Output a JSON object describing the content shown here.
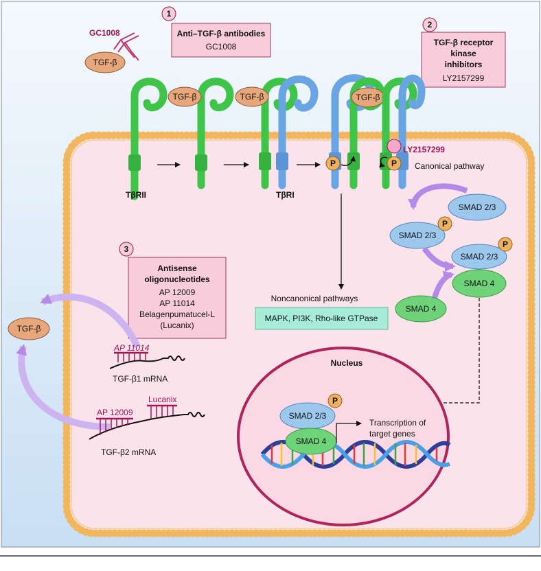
{
  "colors": {
    "background_top": "#f5f9fd",
    "background_bottom": "#c8dff4",
    "cell": "#fbe3ec",
    "membrane": "#f2b75e",
    "nucleus_fill": "#fad9e5",
    "nucleus_border": "#b0245c",
    "tgfb": "#e8a77a",
    "receptor_green": "#3fc44a",
    "receptor_blue": "#6aa5e3",
    "smad_blue": "#9dc8ee",
    "smad_green": "#6fd37a",
    "phospho": "#f0b15e",
    "callout_box": "#f8ccdb",
    "noncanonical_box": "#a6ecd6",
    "arrow_purple": "#b48ae6",
    "drug_label": "#a31455",
    "inhibitor_circle": "#f5a8c8"
  },
  "ligand": "TGF-β",
  "phospho_label": "P",
  "callouts": {
    "one": {
      "number": "1",
      "title": "Anti–TGF-β antibodies",
      "drug": "GC1008"
    },
    "two": {
      "number": "2",
      "title_lines": [
        "TGF-β receptor",
        "kinase",
        "inhibitors"
      ],
      "drug": "LY2157299"
    },
    "three": {
      "number": "3",
      "title_lines": [
        "Antisense",
        "oligonucleotides"
      ],
      "items": [
        "AP 12009",
        "AP 11014",
        "Belagenpumatucel-L",
        "(Lucanix)"
      ]
    }
  },
  "antibody_label": "GC1008",
  "receptors": {
    "type2": "TβRII",
    "type1": "TβRI"
  },
  "inhibitor_label": "LY2157299",
  "canonical": "Canonical pathway",
  "noncanonical": {
    "title": "Noncanonical pathways",
    "box": "MAPK, PI3K, Rho-like GTPase"
  },
  "smads": {
    "smad23": "SMAD 2/3",
    "smad4": "SMAD 4"
  },
  "nucleus": {
    "title": "Nucleus",
    "transcription_lines": [
      "Transcription of",
      "target genes"
    ]
  },
  "mrna": {
    "tgfb1": {
      "label": "TGF-β1 mRNA",
      "drug": "AP 11014"
    },
    "tgfb2": {
      "label": "TGF-β2 mRNA",
      "drug": "AP 12009",
      "drug2": "Lucanix"
    }
  }
}
